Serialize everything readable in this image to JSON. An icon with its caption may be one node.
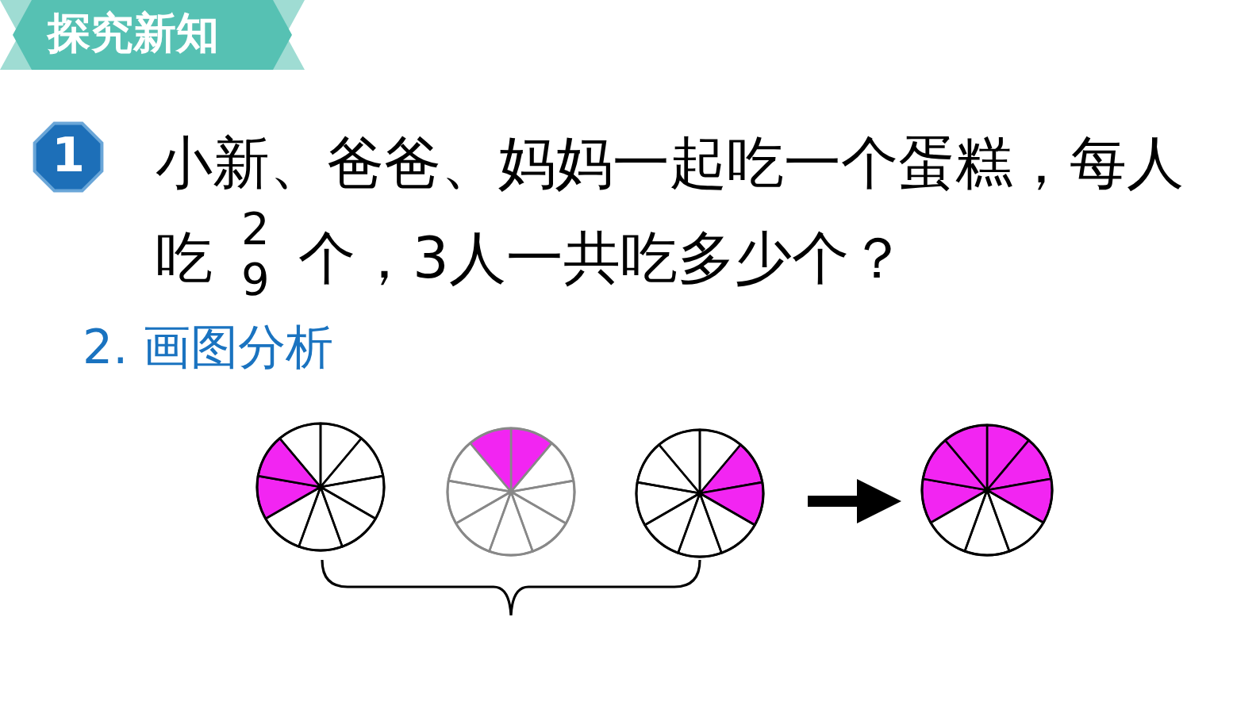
{
  "diagram": {
    "nodes": [
      {
        "text": [],
        "shape": "circle"
      },
      {
        "text": [],
        "shape": "circle"
      },
      {
        "text": [],
        "shape": "circle"
      },
      {
        "text": [],
        "shape": "circle"
      }
    ],
    "edges": [
      {
        "from": 2,
        "to": 3,
        "arrow": "to"
      }
    ],
    "labels": [
      "探究新知",
      "1",
      "小新、爸爸、妈妈一起吃一个蛋糕，每人吃",
      "2",
      "9",
      "个，3人一共吃多少个？",
      "2. 画图分析"
    ]
  }
}
